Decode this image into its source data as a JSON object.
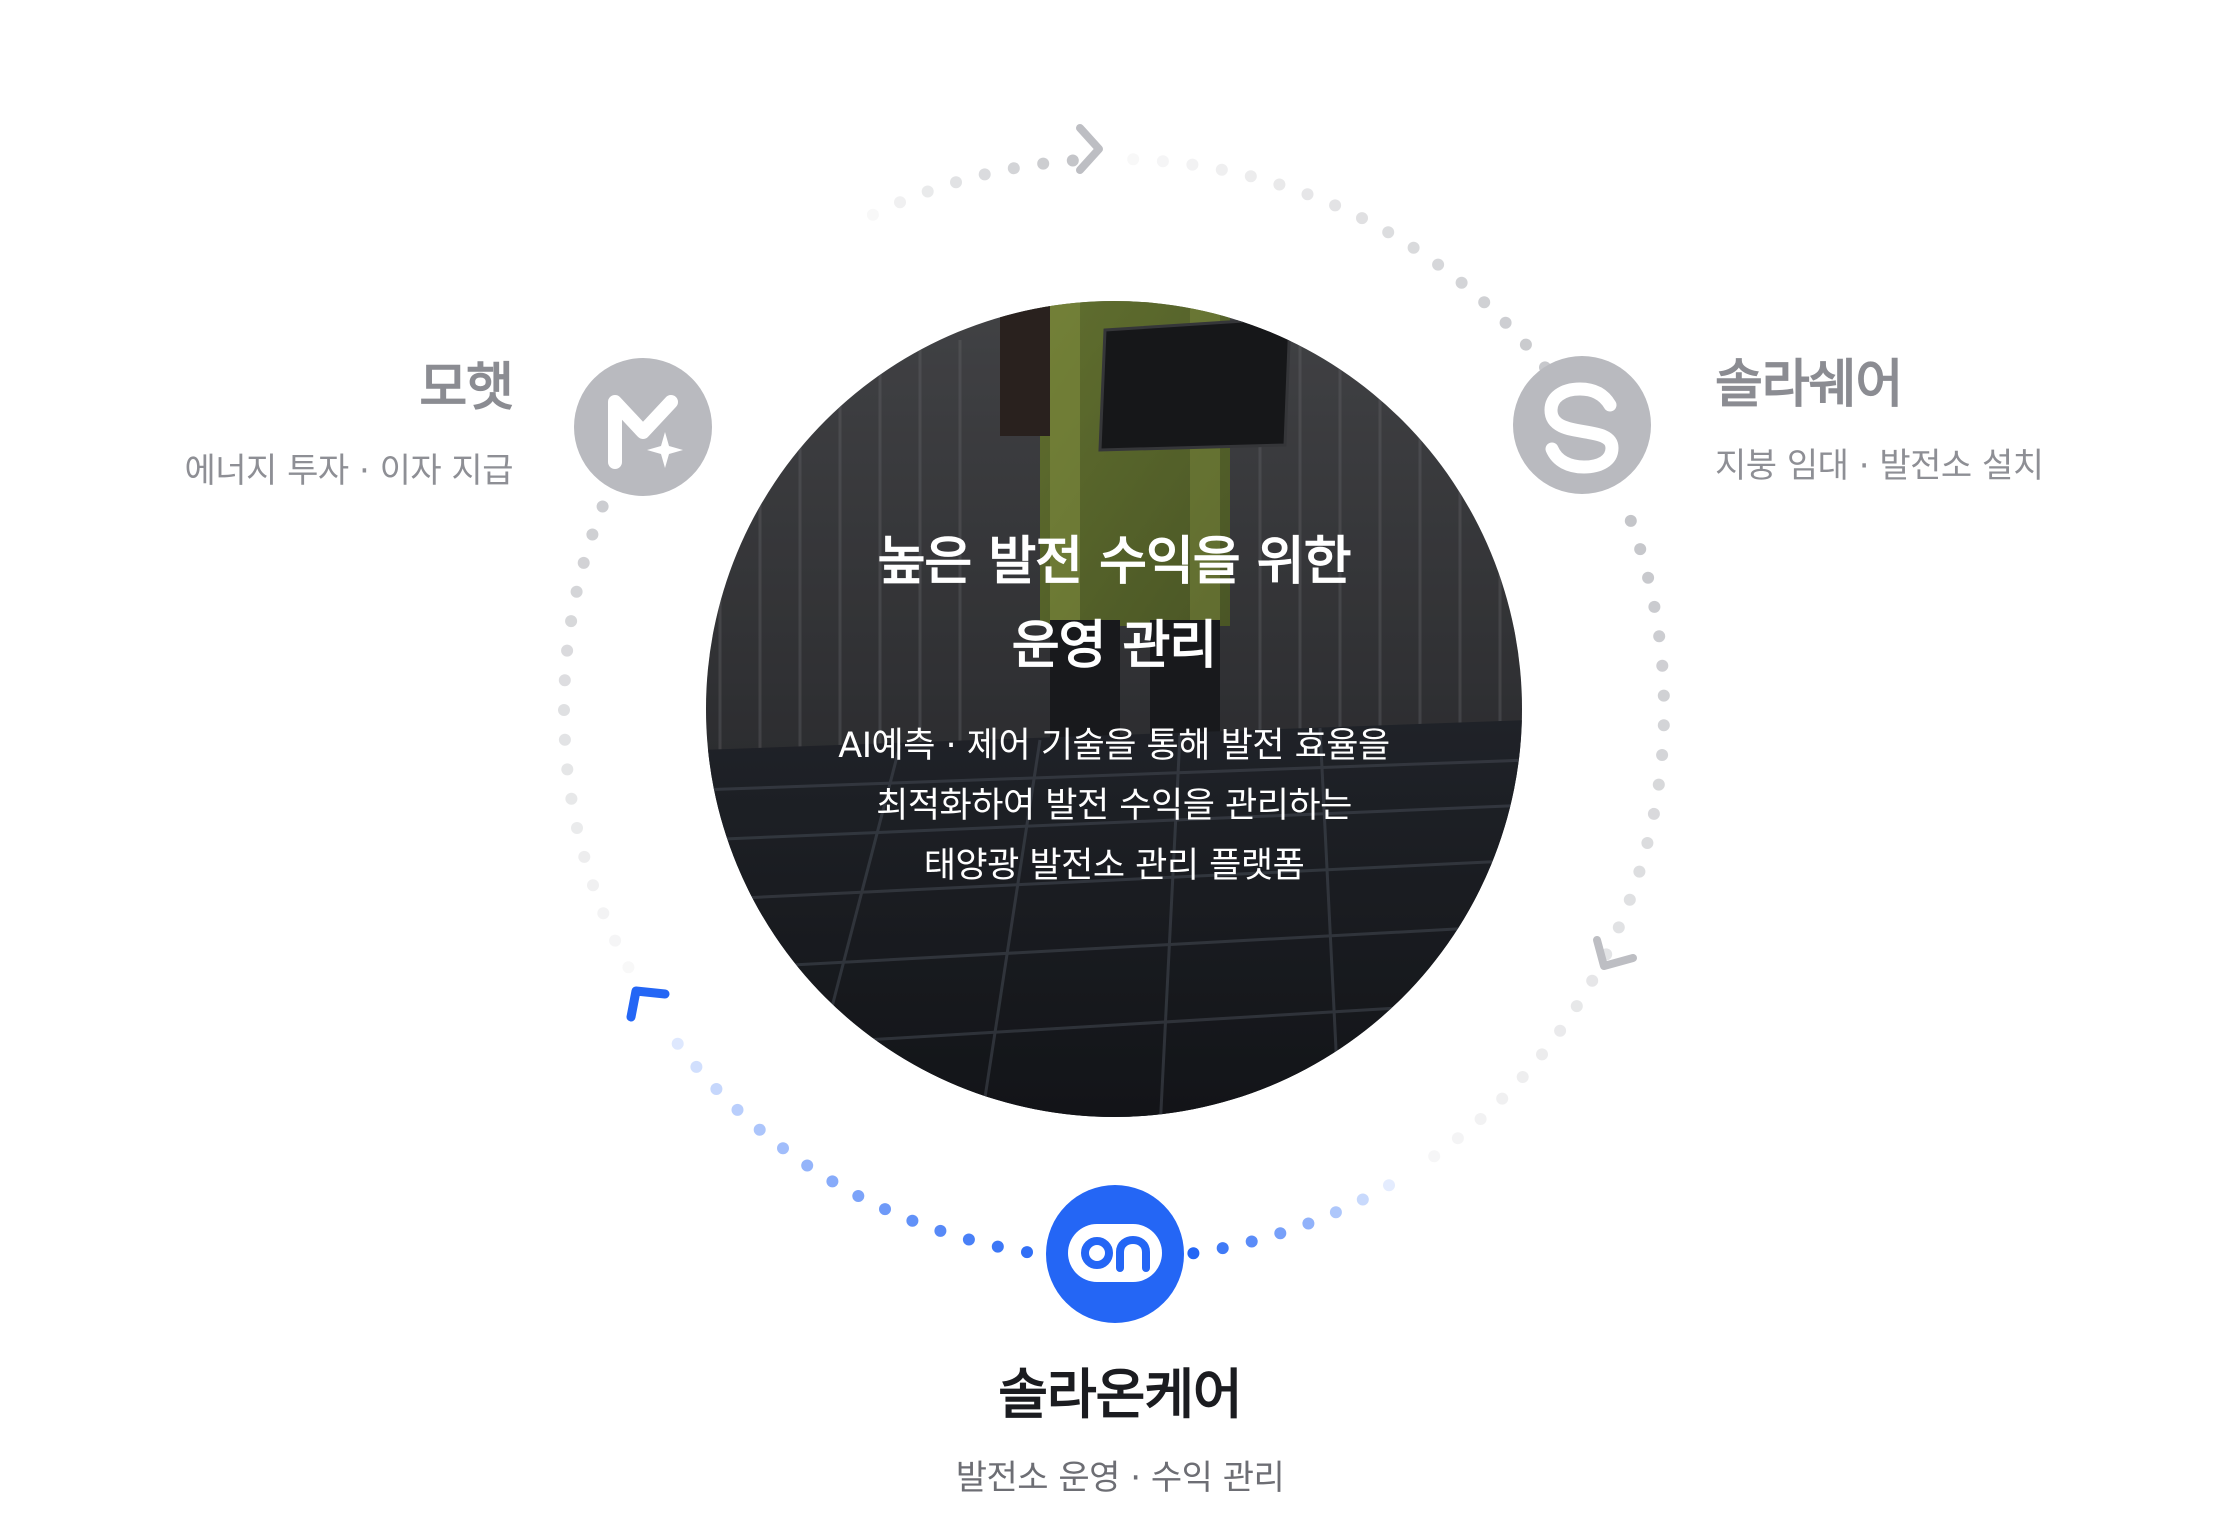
{
  "center": {
    "title_lines": [
      "높은 발전 수익을 위한",
      "운영 관리"
    ],
    "body_lines": [
      "AI예측 · 제어 기술을 통해 발전 효율을",
      "최적화하여 발전 수익을 관리하는",
      "태양광 발전소 관리 플랫폼"
    ]
  },
  "services": {
    "mohaet": {
      "name": "모햇",
      "description": "에너지 투자 · 이자 지급",
      "icon": "mohaet-m-logo-icon",
      "color": "#b9babf"
    },
    "solarshare": {
      "name": "솔라쉐어",
      "description": "지붕 임대 · 발전소 설치",
      "icon": "solarshare-s-logo-icon",
      "color": "#b9babf"
    },
    "solaroncare": {
      "name": "솔라온케어",
      "description": "발전소 운영 · 수익 관리",
      "icon": "solaroncare-on-logo-icon",
      "color": "#2466f5"
    }
  },
  "theme": {
    "accent": "#2466f5",
    "inactive": "#b9babf",
    "dots": "#c4c5c9"
  }
}
